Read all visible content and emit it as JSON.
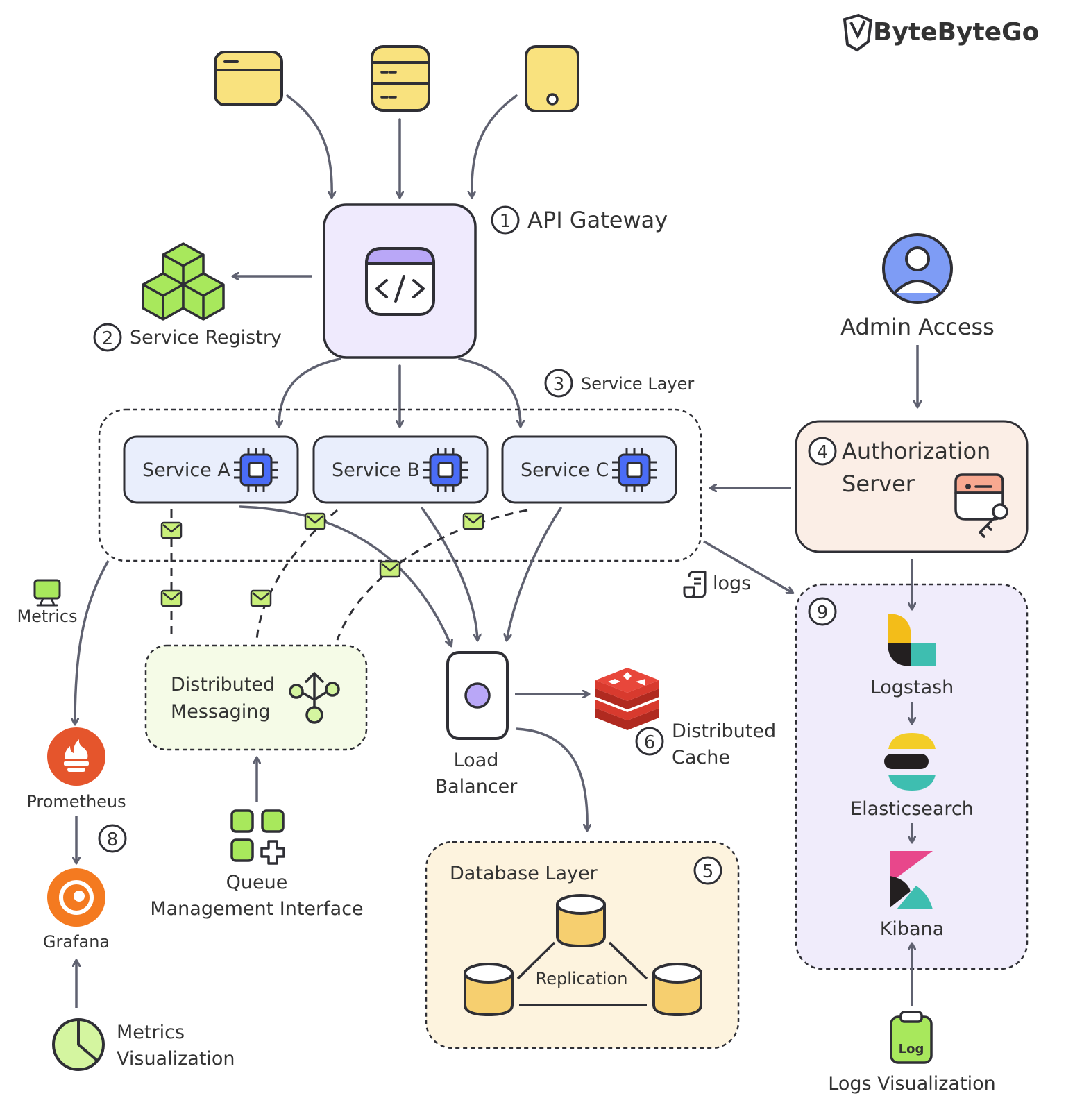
{
  "brand": {
    "name": "ByteByteGo"
  },
  "labels": {
    "api_gateway": "API Gateway",
    "service_registry": "Service Registry",
    "service_layer": "Service Layer",
    "service_a": "Service A",
    "service_b": "Service B",
    "service_c": "Service C",
    "admin_access": "Admin Access",
    "auth_server_line1": "Authorization",
    "auth_server_line2": "Server",
    "logs": "logs",
    "metrics": "Metrics",
    "distributed_messaging_line1": "Distributed",
    "distributed_messaging_line2": "Messaging",
    "load_balancer_line1": "Load",
    "load_balancer_line2": "Balancer",
    "distributed_cache_line1": "Distributed",
    "distributed_cache_line2": "Cache",
    "prometheus": "Prometheus",
    "grafana": "Grafana",
    "queue_mgmt_line1": "Queue",
    "queue_mgmt_line2": "Management Interface",
    "database_layer": "Database Layer",
    "replication": "Replication",
    "metrics_viz_line1": "Metrics",
    "metrics_viz_line2": "Visualization",
    "logstash": "Logstash",
    "elasticsearch": "Elasticsearch",
    "kibana": "Kibana",
    "log_badge": "Log",
    "logs_viz": "Logs Visualization"
  },
  "badges": {
    "b1": "1",
    "b2": "2",
    "b3": "3",
    "b4": "4",
    "b5": "5",
    "b6": "6",
    "b8": "8",
    "b9": "9"
  },
  "colors": {
    "stroke": "#2f2f35",
    "arrow": "#5f6170",
    "client_yellow": "#f9e27e",
    "gateway_bg": "#efeafd",
    "gateway_purple": "#b9a7f7",
    "service_bg": "#e9eefc",
    "chip_blue": "#4a6cf7",
    "registry_green": "#a8e85c",
    "messaging_bg": "#f5fbe7",
    "auth_bg": "#fbeee6",
    "elk_bg": "#f0ecfb",
    "db_bg": "#fdf3de",
    "db_yellow": "#f6cf6f",
    "redis_red": "#d83a2e",
    "prometheus_orange": "#e5552c",
    "grafana_orange": "#f47a20",
    "admin_blue": "#7e9cf5"
  }
}
